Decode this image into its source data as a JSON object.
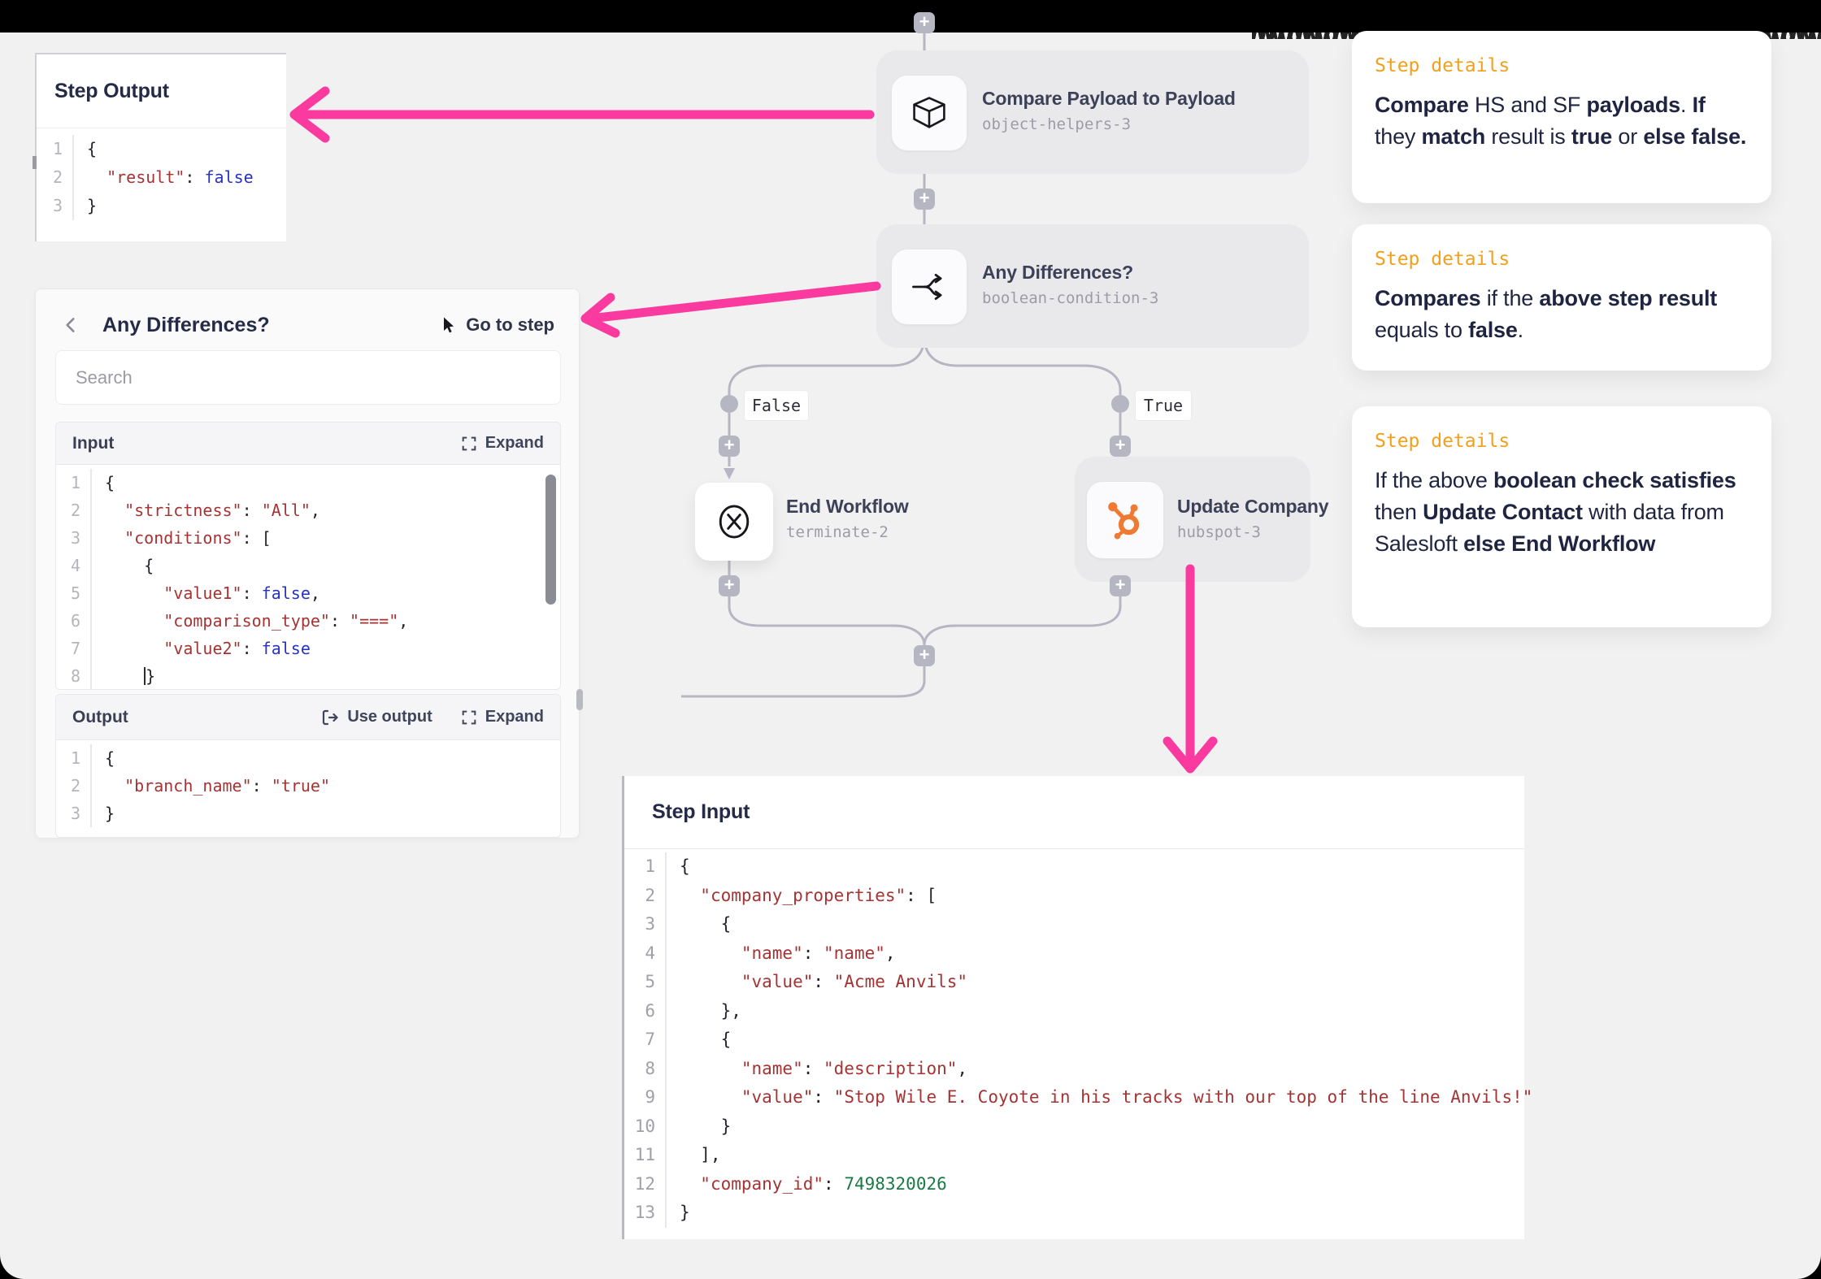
{
  "colors": {
    "page_bg": "#f1f1f2",
    "accent_pink": "#fa3a9f",
    "details_orange": "#f1a01d",
    "navy": "#252a47",
    "json_key_red": "#a63333",
    "json_bool_blue": "#2633c0",
    "json_number_green": "#1a7a45",
    "connector_gray": "#b6b6c2"
  },
  "step_output_panel": {
    "title": "Step Output",
    "code": [
      [
        [
          "p",
          "{"
        ]
      ],
      [
        [
          "p",
          "  "
        ],
        [
          "k",
          "\"result\""
        ],
        [
          "p",
          ": "
        ],
        [
          "b",
          "false"
        ]
      ],
      [
        [
          "p",
          "}"
        ]
      ]
    ]
  },
  "left_panel": {
    "back_icon": "chevron-left-icon",
    "title": "Any Differences?",
    "goto_icon": "cursor-pointer-icon",
    "goto_label": "Go to step",
    "search_placeholder": "Search",
    "input_section": {
      "label": "Input",
      "expand_icon": "expand-icon",
      "expand_label": "Expand",
      "code": [
        [
          [
            "p",
            "{"
          ]
        ],
        [
          [
            "p",
            "  "
          ],
          [
            "k",
            "\"strictness\""
          ],
          [
            "p",
            ": "
          ],
          [
            "s",
            "\"All\""
          ],
          [
            "p",
            ","
          ]
        ],
        [
          [
            "p",
            "  "
          ],
          [
            "k",
            "\"conditions\""
          ],
          [
            "p",
            ": ["
          ]
        ],
        [
          [
            "p",
            "    {"
          ]
        ],
        [
          [
            "p",
            "      "
          ],
          [
            "k",
            "\"value1\""
          ],
          [
            "p",
            ": "
          ],
          [
            "b",
            "false"
          ],
          [
            "p",
            ","
          ]
        ],
        [
          [
            "p",
            "      "
          ],
          [
            "k",
            "\"comparison_type\""
          ],
          [
            "p",
            ": "
          ],
          [
            "s",
            "\"===\""
          ],
          [
            "p",
            ","
          ]
        ],
        [
          [
            "p",
            "      "
          ],
          [
            "k",
            "\"value2\""
          ],
          [
            "p",
            ": "
          ],
          [
            "b",
            "false"
          ]
        ],
        [
          [
            "p",
            "    "
          ],
          [
            "caret",
            ""
          ],
          [
            "p",
            "}"
          ]
        ]
      ]
    },
    "output_section": {
      "label": "Output",
      "use_output_icon": "use-output-icon",
      "use_output_label": "Use output",
      "expand_icon": "expand-icon",
      "expand_label": "Expand",
      "code": [
        [
          [
            "p",
            "{"
          ]
        ],
        [
          [
            "p",
            "  "
          ],
          [
            "k",
            "\"branch_name\""
          ],
          [
            "p",
            ": "
          ],
          [
            "s",
            "\"true\""
          ]
        ],
        [
          [
            "p",
            "}"
          ]
        ]
      ]
    }
  },
  "flow": {
    "compare_node": {
      "icon": "cube-icon",
      "title": "Compare Payload to Payload",
      "subtitle": "object-helpers-3"
    },
    "condition_node": {
      "icon": "branch-icon",
      "title": "Any Differences?",
      "subtitle": "boolean-condition-3"
    },
    "end_node": {
      "icon": "terminate-icon",
      "title": "End Workflow",
      "subtitle": "terminate-2"
    },
    "update_node": {
      "icon": "hubspot-icon",
      "title": "Update Company",
      "subtitle": "hubspot-3"
    },
    "branch_false_label": "False",
    "branch_true_label": "True"
  },
  "step_details_cards": [
    {
      "heading": "Step details",
      "segments": [
        {
          "text": "Compare ",
          "bold": true
        },
        {
          "text": "HS and SF ",
          "bold": false
        },
        {
          "text": "payloads",
          "bold": true
        },
        {
          "text": ". ",
          "bold": false
        },
        {
          "text": "If",
          "bold": true
        },
        {
          "text": " they ",
          "bold": false
        },
        {
          "text": "match",
          "bold": true
        },
        {
          "text": " result is ",
          "bold": false
        },
        {
          "text": "true",
          "bold": true
        },
        {
          "text": " or ",
          "bold": false
        },
        {
          "text": "else false.",
          "bold": true
        }
      ]
    },
    {
      "heading": "Step details",
      "segments": [
        {
          "text": "Compares",
          "bold": true
        },
        {
          "text": " if the ",
          "bold": false
        },
        {
          "text": "above step result",
          "bold": true
        },
        {
          "text": " equals to ",
          "bold": false
        },
        {
          "text": "false",
          "bold": true
        },
        {
          "text": ".",
          "bold": false
        }
      ]
    },
    {
      "heading": "Step details",
      "segments": [
        {
          "text": "If the above ",
          "bold": false
        },
        {
          "text": "boolean check satisfies",
          "bold": true
        },
        {
          "text": " then ",
          "bold": false
        },
        {
          "text": "Update Contact",
          "bold": true
        },
        {
          "text": " with data from Salesloft ",
          "bold": false
        },
        {
          "text": "else End Workflow",
          "bold": true
        }
      ]
    }
  ],
  "step_input_panel": {
    "title": "Step Input",
    "code": [
      [
        [
          "p",
          "{"
        ]
      ],
      [
        [
          "p",
          "  "
        ],
        [
          "k",
          "\"company_properties\""
        ],
        [
          "p",
          ": ["
        ]
      ],
      [
        [
          "p",
          "    {"
        ]
      ],
      [
        [
          "p",
          "      "
        ],
        [
          "k",
          "\"name\""
        ],
        [
          "p",
          ": "
        ],
        [
          "s",
          "\"name\""
        ],
        [
          "p",
          ","
        ]
      ],
      [
        [
          "p",
          "      "
        ],
        [
          "k",
          "\"value\""
        ],
        [
          "p",
          ": "
        ],
        [
          "s",
          "\"Acme Anvils\""
        ]
      ],
      [
        [
          "p",
          "    },"
        ]
      ],
      [
        [
          "p",
          "    {"
        ]
      ],
      [
        [
          "p",
          "      "
        ],
        [
          "k",
          "\"name\""
        ],
        [
          "p",
          ": "
        ],
        [
          "s",
          "\"description\""
        ],
        [
          "p",
          ","
        ]
      ],
      [
        [
          "p",
          "      "
        ],
        [
          "k",
          "\"value\""
        ],
        [
          "p",
          ": "
        ],
        [
          "s",
          "\"Stop Wile E. Coyote in his tracks with our top of the line Anvils!\""
        ]
      ],
      [
        [
          "p",
          "    }"
        ]
      ],
      [
        [
          "p",
          "  ],"
        ]
      ],
      [
        [
          "p",
          "  "
        ],
        [
          "k",
          "\"company_id\""
        ],
        [
          "p",
          ": "
        ],
        [
          "n",
          "7498320026"
        ]
      ],
      [
        [
          "p",
          "}"
        ]
      ]
    ]
  }
}
